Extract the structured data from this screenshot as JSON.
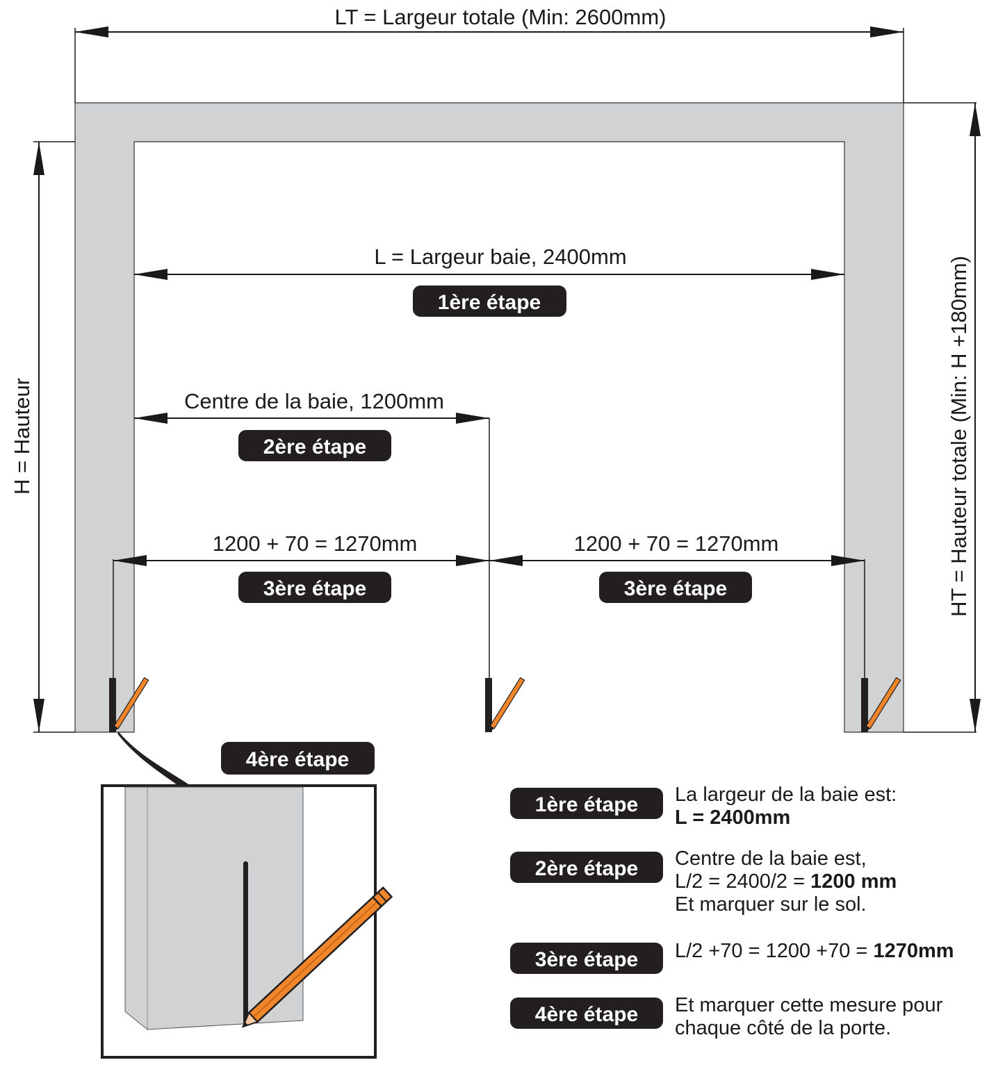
{
  "colors": {
    "wall": "#d1d2d4",
    "badge": "#231f20",
    "pencil": "#f0862b",
    "line": "#1a1a1a"
  },
  "dimensions": {
    "total_width": "LT = Largeur totale (Min: 2600mm)",
    "opening_width": "L = Largeur baie, 2400mm",
    "center": "Centre de la baie, 1200mm",
    "left_offset": "1200 + 70 = 1270mm",
    "right_offset": "1200 + 70 = 1270mm",
    "height": "H = Hauteur",
    "total_height": "HT = Hauteur totale (Min: H +180mm)"
  },
  "badges": {
    "step1": "1ère étape",
    "step2": "2ère étape",
    "step3": "3ère étape",
    "step4": "4ère étape"
  },
  "notes": {
    "step1_line1": "La largeur de la baie est:",
    "step1_line2": "L = 2400mm",
    "step2_line1": "Centre de la baie est,",
    "step2_line2_prefix": "L/2 = 2400/2 = ",
    "step2_line2_bold": "1200 mm",
    "step2_line3": "Et marquer sur le sol.",
    "step3_prefix": "L/2 +70 = 1200 +70 = ",
    "step3_bold": "1270mm",
    "step4_line1": "Et marquer cette mesure pour",
    "step4_line2": "chaque côté de la porte."
  }
}
